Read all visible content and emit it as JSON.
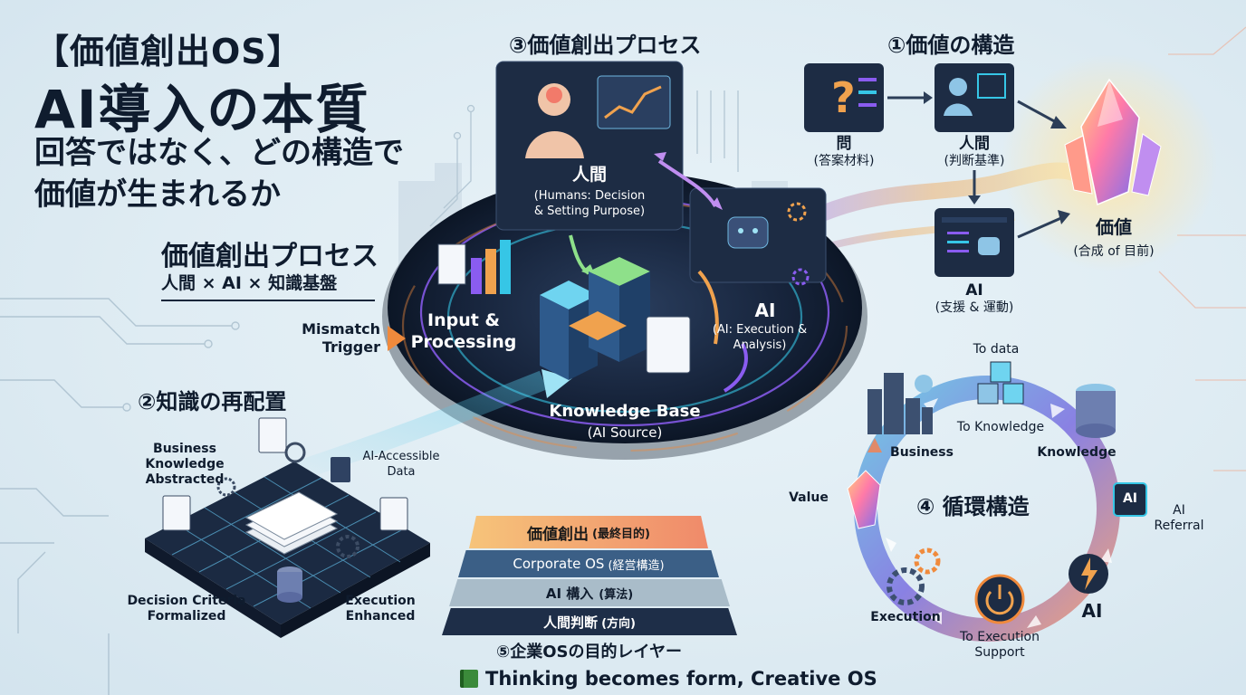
{
  "header": {
    "bracket_title": "【価値創出OS】",
    "main_title": "AI導入の本質",
    "subtitle": "回答ではなく、どの構造で\n価値が生まれるか"
  },
  "process_intro": {
    "title": "価値創出プロセス",
    "subtitle": "人間 × AI × 知識基盤"
  },
  "section3": {
    "title": "③価値創出プロセス",
    "human_label": "人間",
    "human_sub": "(Humans: Decision\n& Setting Purpose)",
    "ai_label": "AI",
    "ai_sub": "(AI: Execution &\nAnalysis)",
    "input_label": "Input &\nProcessing",
    "kb_label": "Knowledge Base",
    "kb_sub": "(AI Source)",
    "mismatch": "Mismatch\nTrigger"
  },
  "section1": {
    "title": "①価値の構造",
    "question_label": "問",
    "question_sub": "(答案材料)",
    "human_label": "人間",
    "human_sub": "(判断基準)",
    "ai_label": "AI",
    "ai_sub": "(支援 & 運動)",
    "value_label": "価値",
    "value_sub": "(合成 of 目前)"
  },
  "section2": {
    "title": "②知識の再配置",
    "business": "Business Knowledge\nAbstracted",
    "ai_data": "AI-Accessible\nData",
    "decision": "Decision Criteria\nFormalized",
    "execution": "Execution\nEnhanced"
  },
  "section4": {
    "title": "④ 循環構造",
    "to_data": "To data",
    "business": "Business",
    "to_knowledge": "To Knowledge",
    "knowledge": "Knowledge",
    "value": "Value",
    "ai_referral": "AI\nReferral",
    "ai": "AI",
    "execution": "Execution",
    "to_execution": "To Execution\nSupport",
    "chip_label": "AI"
  },
  "section5": {
    "title": "⑤企業OSの目的レイヤー",
    "layers": [
      {
        "main": "価値創出",
        "note": "(最終目的)"
      },
      {
        "main": "Corporate OS",
        "note": "(経営構造)"
      },
      {
        "main": "AI 構入",
        "note": "(算法)"
      },
      {
        "main": "人間判断",
        "note": "(方向)"
      }
    ]
  },
  "footer": {
    "text": "Thinking becomes form, Creative OS"
  },
  "colors": {
    "dark_navy": "#0f1c2e",
    "panel_dark": "#1d2c44",
    "accent_purple": "#8a5cf0",
    "accent_cyan": "#36c6e6",
    "accent_orange": "#f08a3c",
    "layer_top": "#f39b6b",
    "layer_2": "#3b5f86",
    "layer_3": "#8fa7b8",
    "layer_4": "#1e2e48"
  }
}
